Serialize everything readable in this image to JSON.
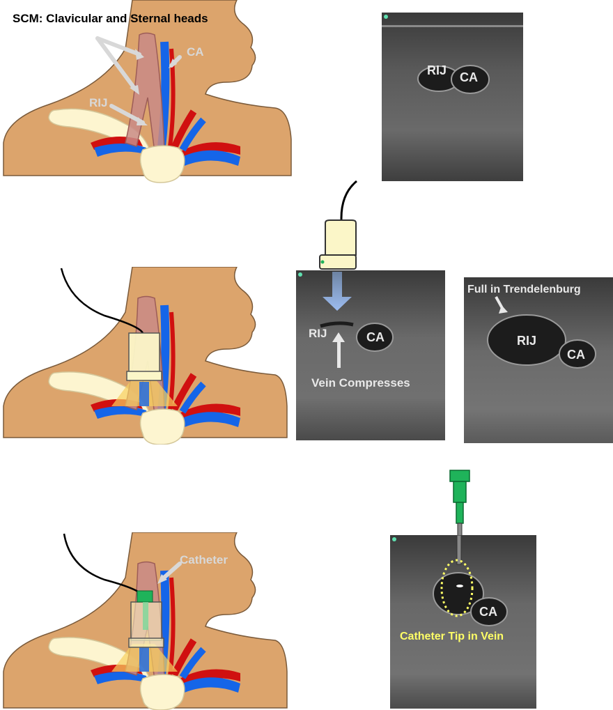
{
  "row1": {
    "title": "SCM: Clavicular and Sternal heads",
    "diagram_labels": {
      "ca": "CA",
      "rij": "RIJ"
    },
    "us_labels": {
      "rij": "RIJ",
      "ca": "CA"
    }
  },
  "row2": {
    "us_left_labels": {
      "rij": "RIJ",
      "ca": "CA",
      "compress": "Vein Compresses"
    },
    "us_right_labels": {
      "full": "Full in Trendelenburg",
      "rij": "RIJ",
      "ca": "CA"
    }
  },
  "row3": {
    "diagram_labels": {
      "catheter": "Catheter"
    },
    "us_labels": {
      "ca": "CA",
      "tip": "Catheter Tip in Vein"
    }
  },
  "colors": {
    "skin": "#dca46c",
    "skin_outline": "#7a5a3a",
    "muscle": "#c98b86",
    "vein": "#1565e8",
    "artery": "#d01010",
    "bone": "#fdf5d0",
    "probe": "#fbf6c8",
    "hub": "#1fb35a",
    "tip_label": "#ffff66",
    "us_bg": "#2a2a2a"
  }
}
